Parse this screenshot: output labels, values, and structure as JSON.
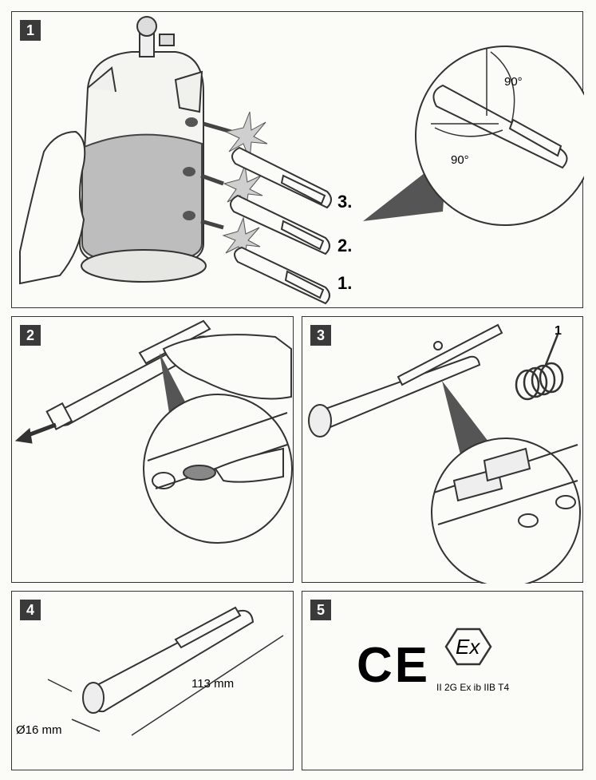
{
  "panels": [
    {
      "number": "1"
    },
    {
      "number": "2"
    },
    {
      "number": "3"
    },
    {
      "number": "4"
    },
    {
      "number": "5"
    }
  ],
  "panel1": {
    "steps": [
      "3.",
      "2.",
      "1."
    ],
    "angles": [
      "90°",
      "90°"
    ]
  },
  "panel3": {
    "callout": "1"
  },
  "panel4": {
    "length": "113 mm",
    "diameter": "Ø16 mm"
  },
  "panel5": {
    "ce_mark": "CE",
    "ex_mark": "Ex",
    "certification": "II 2G Ex ib IIB T4"
  }
}
